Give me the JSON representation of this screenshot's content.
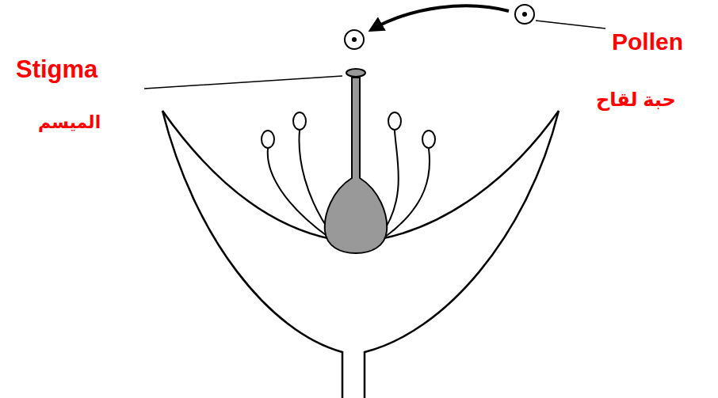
{
  "diagram": {
    "labels": [
      "Stigma",
      "الميسم",
      "Pollen",
      "حبة لقاح"
    ]
  }
}
